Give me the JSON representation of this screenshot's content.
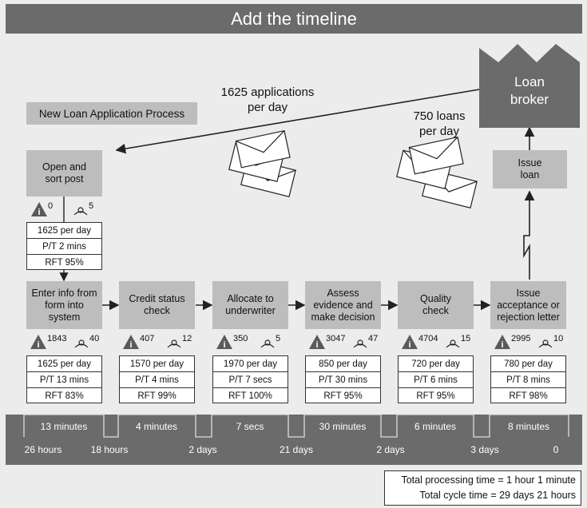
{
  "title": "Add the timeline",
  "process_label": "New Loan Application Process",
  "broker": {
    "label_line1": "Loan",
    "label_line2": "broker"
  },
  "applications_label": {
    "line1": "1625 applications",
    "line2": "per day"
  },
  "loans_label": {
    "line1": "750 loans",
    "line2": "per day"
  },
  "issue_loan": {
    "line1": "Issue",
    "line2": "loan"
  },
  "open_sort": {
    "line1": "Open and",
    "line2": "sort post",
    "inventory": "0",
    "operators": "5",
    "rate": "1625 per day",
    "pt": "P/T 2 mins",
    "rft": "RFT 95%"
  },
  "steps": [
    {
      "lines": [
        "Enter info from",
        "form into",
        "system"
      ],
      "inventory": "1843",
      "operators": "40",
      "rate": "1625 per day",
      "pt": "P/T 13 mins",
      "rft": "RFT 83%"
    },
    {
      "lines": [
        "Credit status",
        "check"
      ],
      "inventory": "407",
      "operators": "12",
      "rate": "1570 per day",
      "pt": "P/T 4 mins",
      "rft": "RFT 99%"
    },
    {
      "lines": [
        "Allocate to",
        "underwriter"
      ],
      "inventory": "350",
      "operators": "5",
      "rate": "1970 per day",
      "pt": "P/T 7 secs",
      "rft": "RFT 100%"
    },
    {
      "lines": [
        "Assess",
        "evidence and",
        "make decision"
      ],
      "inventory": "3047",
      "operators": "47",
      "rate": "850 per day",
      "pt": "P/T 30 mins",
      "rft": "RFT 95%"
    },
    {
      "lines": [
        "Quality",
        "check"
      ],
      "inventory": "4704",
      "operators": "15",
      "rate": "720 per day",
      "pt": "P/T 6 mins",
      "rft": "RFT 95%"
    },
    {
      "lines": [
        "Issue",
        "acceptance or",
        "rejection letter"
      ],
      "inventory": "2995",
      "operators": "10",
      "rate": "780 per day",
      "pt": "P/T 8 mins",
      "rft": "RFT 98%"
    }
  ],
  "timeline": {
    "processing": [
      "13 minutes",
      "4 minutes",
      "7 secs",
      "30 minutes",
      "6 minutes",
      "8 minutes"
    ],
    "waiting": [
      "26 hours",
      "18 hours",
      "2 days",
      "21 days",
      "2 days",
      "3 days",
      "0"
    ]
  },
  "summary": {
    "processing": "Total processing time = 1 hour 1 minute",
    "cycle": "Total cycle time = 29 days 21 hours"
  }
}
